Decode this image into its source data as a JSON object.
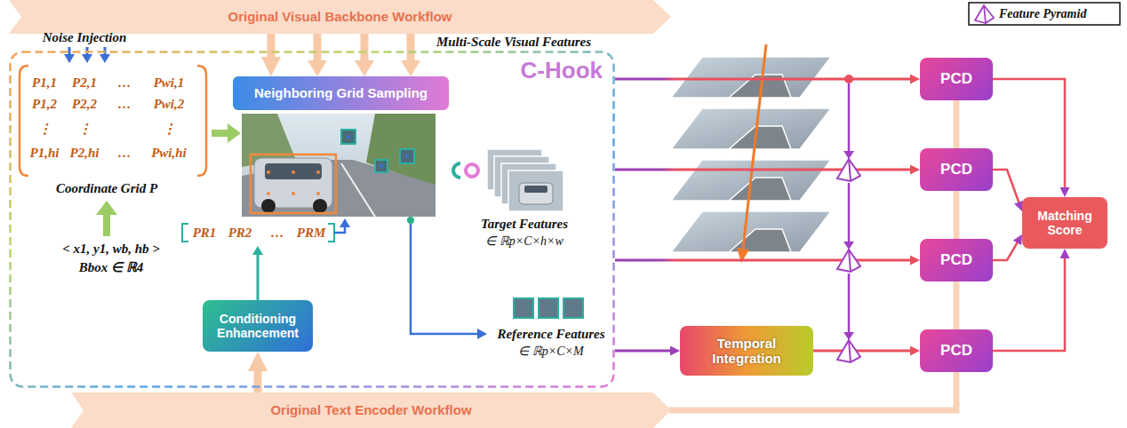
{
  "diagram": {
    "nodes": [
      {
        "text": [
          "Original Visual Backbone Workflow"
        ]
      },
      {
        "text": [
          "C-Hook"
        ]
      },
      {
        "text": [
          "Neighboring Grid Sampling"
        ],
        "in": 1
      },
      {
        "text": [
          "Conditioning Enhancement"
        ],
        "in": 1
      },
      {
        "text": [
          "Original Text Encoder Workflow"
        ]
      },
      {
        "text": [
          "Temporal Integration"
        ]
      },
      {
        "text": [
          "PCD"
        ]
      },
      {
        "text": [
          "PCD"
        ]
      },
      {
        "text": [
          "PCD"
        ]
      },
      {
        "text": [
          "PCD"
        ]
      },
      {
        "text": [
          "Matching Score"
        ]
      }
    ],
    "edges": [
      {
        "from": 0,
        "to": 2,
        "arrow": "to"
      },
      {
        "from": 4,
        "to": 3,
        "arrow": "to"
      },
      {
        "from": 1,
        "to": 6,
        "arrow": "to"
      },
      {
        "from": 1,
        "to": 7,
        "arrow": "to"
      },
      {
        "from": 1,
        "to": 8,
        "arrow": "to"
      },
      {
        "from": 1,
        "to": 5,
        "arrow": "to"
      },
      {
        "from": 5,
        "to": 9,
        "arrow": "to"
      },
      {
        "from": 4,
        "to": 9,
        "arrow": "none"
      },
      {
        "from": 9,
        "to": 8,
        "arrow": "none"
      },
      {
        "from": 8,
        "to": 7,
        "arrow": "none"
      },
      {
        "from": 7,
        "to": 6,
        "arrow": "none"
      },
      {
        "from": 6,
        "to": 10,
        "arrow": "to"
      },
      {
        "from": 7,
        "to": 10,
        "arrow": "to"
      },
      {
        "from": 8,
        "to": 10,
        "arrow": "to"
      },
      {
        "from": 9,
        "to": 10,
        "arrow": "to"
      }
    ],
    "labels": [
      "Multi-Scale Visual Features",
      "Noise Injection",
      "P1,1",
      "P2,1",
      "…",
      "Pwi,1",
      "P1,2",
      "P2,2",
      "…",
      "Pwi,2",
      "⋮",
      "⋮",
      "⋮",
      "P1,hi",
      "P2,hi",
      "…",
      "Pwi,hi",
      "Coordinate Grid P",
      "< x1, y1, wb, hb >",
      "Bbox ∈ ℝ4",
      "PR1",
      "PR2",
      "…",
      "PRM",
      "Target Features",
      "∈ ℝp×C×h×w",
      "Reference Features",
      "∈ ℝp×C×M"
    ],
    "legend": [
      {
        "text": "Feature Pyramid"
      }
    ]
  }
}
